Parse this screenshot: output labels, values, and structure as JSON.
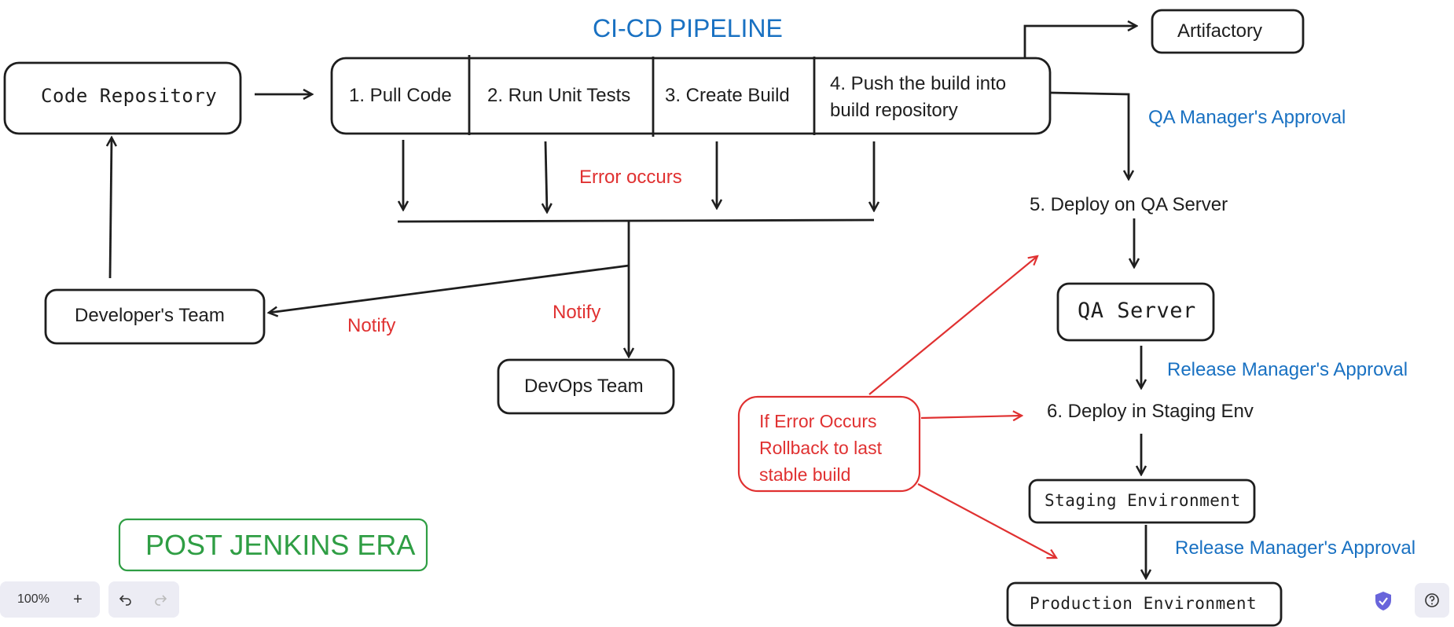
{
  "title": "CI-CD PIPELINE",
  "era_label": "POST JENKINS ERA",
  "boxes": {
    "code_repository": "Code Repository",
    "developers_team": "Developer's Team",
    "devops_team": "DevOps Team",
    "artifactory": "Artifactory",
    "qa_server": "QA Server",
    "staging_environment": "Staging Environment",
    "production_environment": "Production Environment"
  },
  "pipeline_steps": [
    "1. Pull Code",
    "2. Run Unit Tests",
    "3. Create Build",
    "4. Push the build into",
    "build repository"
  ],
  "labels": {
    "deploy_qa": "5. Deploy on QA Server",
    "deploy_staging": "6. Deploy in Staging Env",
    "error_occurs": "Error occurs",
    "notify_dev": "Notify",
    "notify_devops": "Notify",
    "qa_approval": "QA Manager's Approval",
    "release_approval_1": "Release Manager's Approval",
    "release_approval_2": "Release Manager's Approval",
    "rollback_line1": "If Error Occurs",
    "rollback_line2": "Rollback to last",
    "rollback_line3": "stable build"
  },
  "toolbar": {
    "zoom": "100%",
    "zoom_in_icon": "plus-icon",
    "undo_icon": "undo-icon",
    "redo_icon": "redo-icon",
    "shield_icon": "shield-check-icon",
    "help_icon": "help-icon"
  },
  "colors": {
    "ink": "#1e1e1e",
    "blue": "#1971c2",
    "red": "#e03131",
    "green": "#2f9e44",
    "toolbar_bg": "#ececf4",
    "shield": "#6965db"
  }
}
